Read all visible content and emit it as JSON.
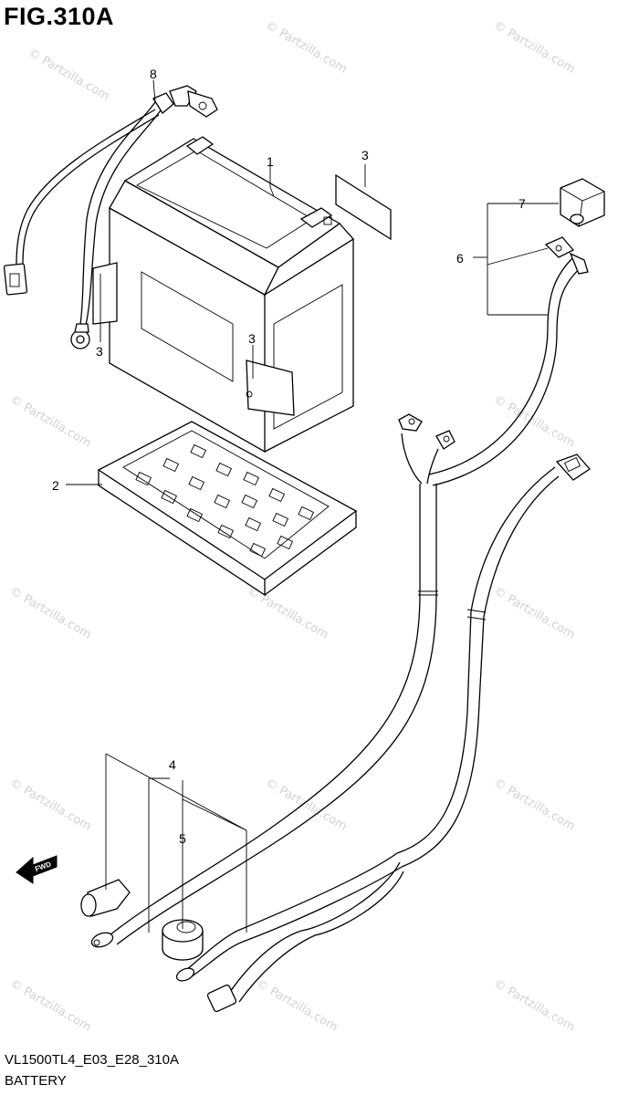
{
  "figure_title": "FIG.310A",
  "figure_code": "VL1500TL4_E03_E28_310A",
  "figure_name": "BATTERY",
  "callouts": [
    "1",
    "2",
    "3",
    "3",
    "3",
    "4",
    "5",
    "6",
    "7",
    "8"
  ],
  "direction_marker": "FWD",
  "watermark": "© Partzilla.com"
}
